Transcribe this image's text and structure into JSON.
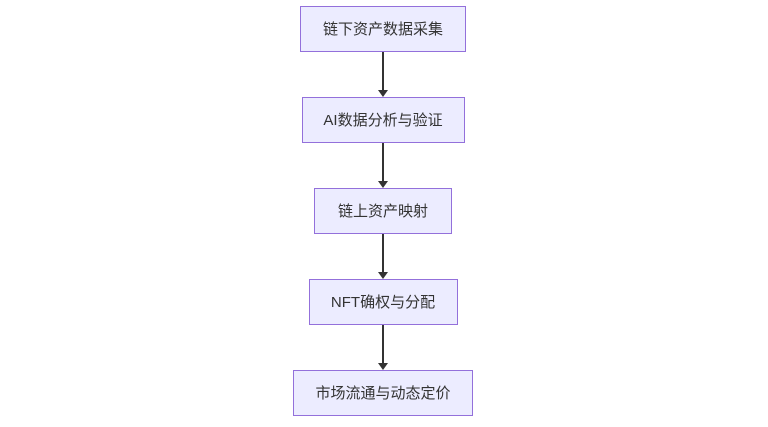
{
  "diagram": {
    "type": "flowchart",
    "direction": "top-down",
    "nodes": [
      {
        "id": "A",
        "label": "链下资产数据采集",
        "w": 166
      },
      {
        "id": "B",
        "label": "AI数据分析与验证",
        "w": 163
      },
      {
        "id": "C",
        "label": "链上资产映射",
        "w": 138
      },
      {
        "id": "D",
        "label": "NFT确权与分配",
        "w": 149
      },
      {
        "id": "E",
        "label": "市场流通与动态定价",
        "w": 180
      }
    ],
    "edges": [
      {
        "from": "A",
        "to": "B"
      },
      {
        "from": "B",
        "to": "C"
      },
      {
        "from": "C",
        "to": "D"
      },
      {
        "from": "D",
        "to": "E"
      }
    ],
    "colors": {
      "background": "#FFFFFF",
      "node_fill": "#ECECFF",
      "node_border": "#9370DB",
      "text": "#333333",
      "arrow": "#333333"
    }
  }
}
